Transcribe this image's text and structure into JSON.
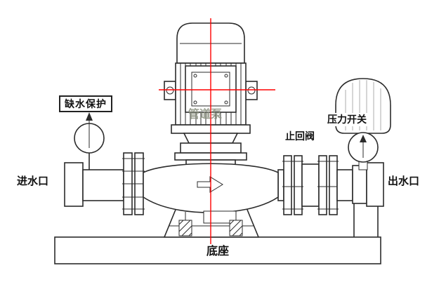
{
  "labels": {
    "water_shortage_protection": "缺水保护",
    "inlet": "进水口",
    "pump_watermark": "管道泵",
    "check_valve": "止回阀",
    "pressure_switch": "压力开关",
    "outlet": "出水口",
    "base": "底座"
  },
  "colors": {
    "centerline": "#ff0000",
    "line": "#2b2b2b"
  }
}
